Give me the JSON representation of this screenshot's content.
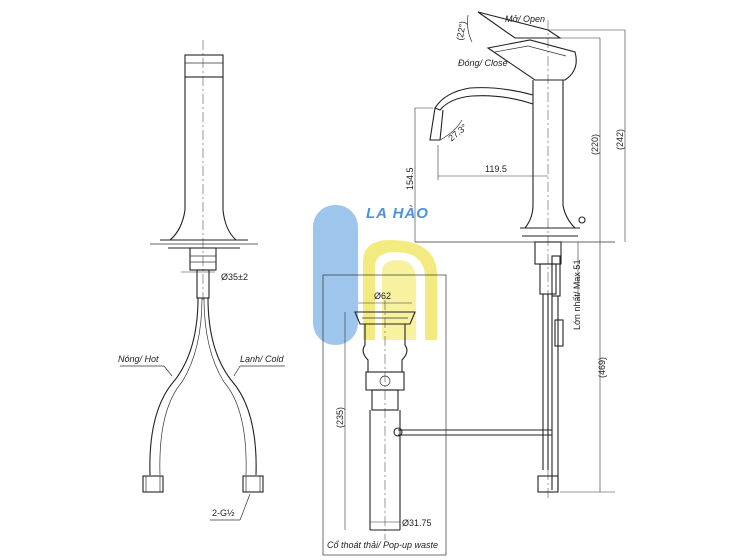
{
  "watermark": {
    "text": "LA HÀO",
    "colors": {
      "blue": "#7fb2e6",
      "yellow": "#f5ea5a",
      "text": "#2e7fd6"
    }
  },
  "labels": {
    "open": "Mở/ Open",
    "close": "Đóng/ Close",
    "hot": "Nóng/ Hot",
    "cold": "Lạnh/ Cold",
    "thread": "2-G½",
    "max_label": "Lớn nhất/ Max 51",
    "popup_waste": "Cổ thoát thải/ Pop-up waste"
  },
  "dimensions": {
    "angle_lever": "(22°)",
    "angle_spout": "27.3°",
    "spout_height": "154.5",
    "spout_reach": "119.5",
    "body_height": "(220)",
    "total_height": "(242)",
    "hole": "Ø35±2",
    "bottom_length": "(469)",
    "waste_top": "Ø62",
    "waste_bottom": "Ø31.75",
    "waste_height": "(235)"
  },
  "chart_data": {
    "type": "technical-drawing",
    "title": "",
    "views": [
      "side",
      "front",
      "pop-up waste"
    ]
  }
}
